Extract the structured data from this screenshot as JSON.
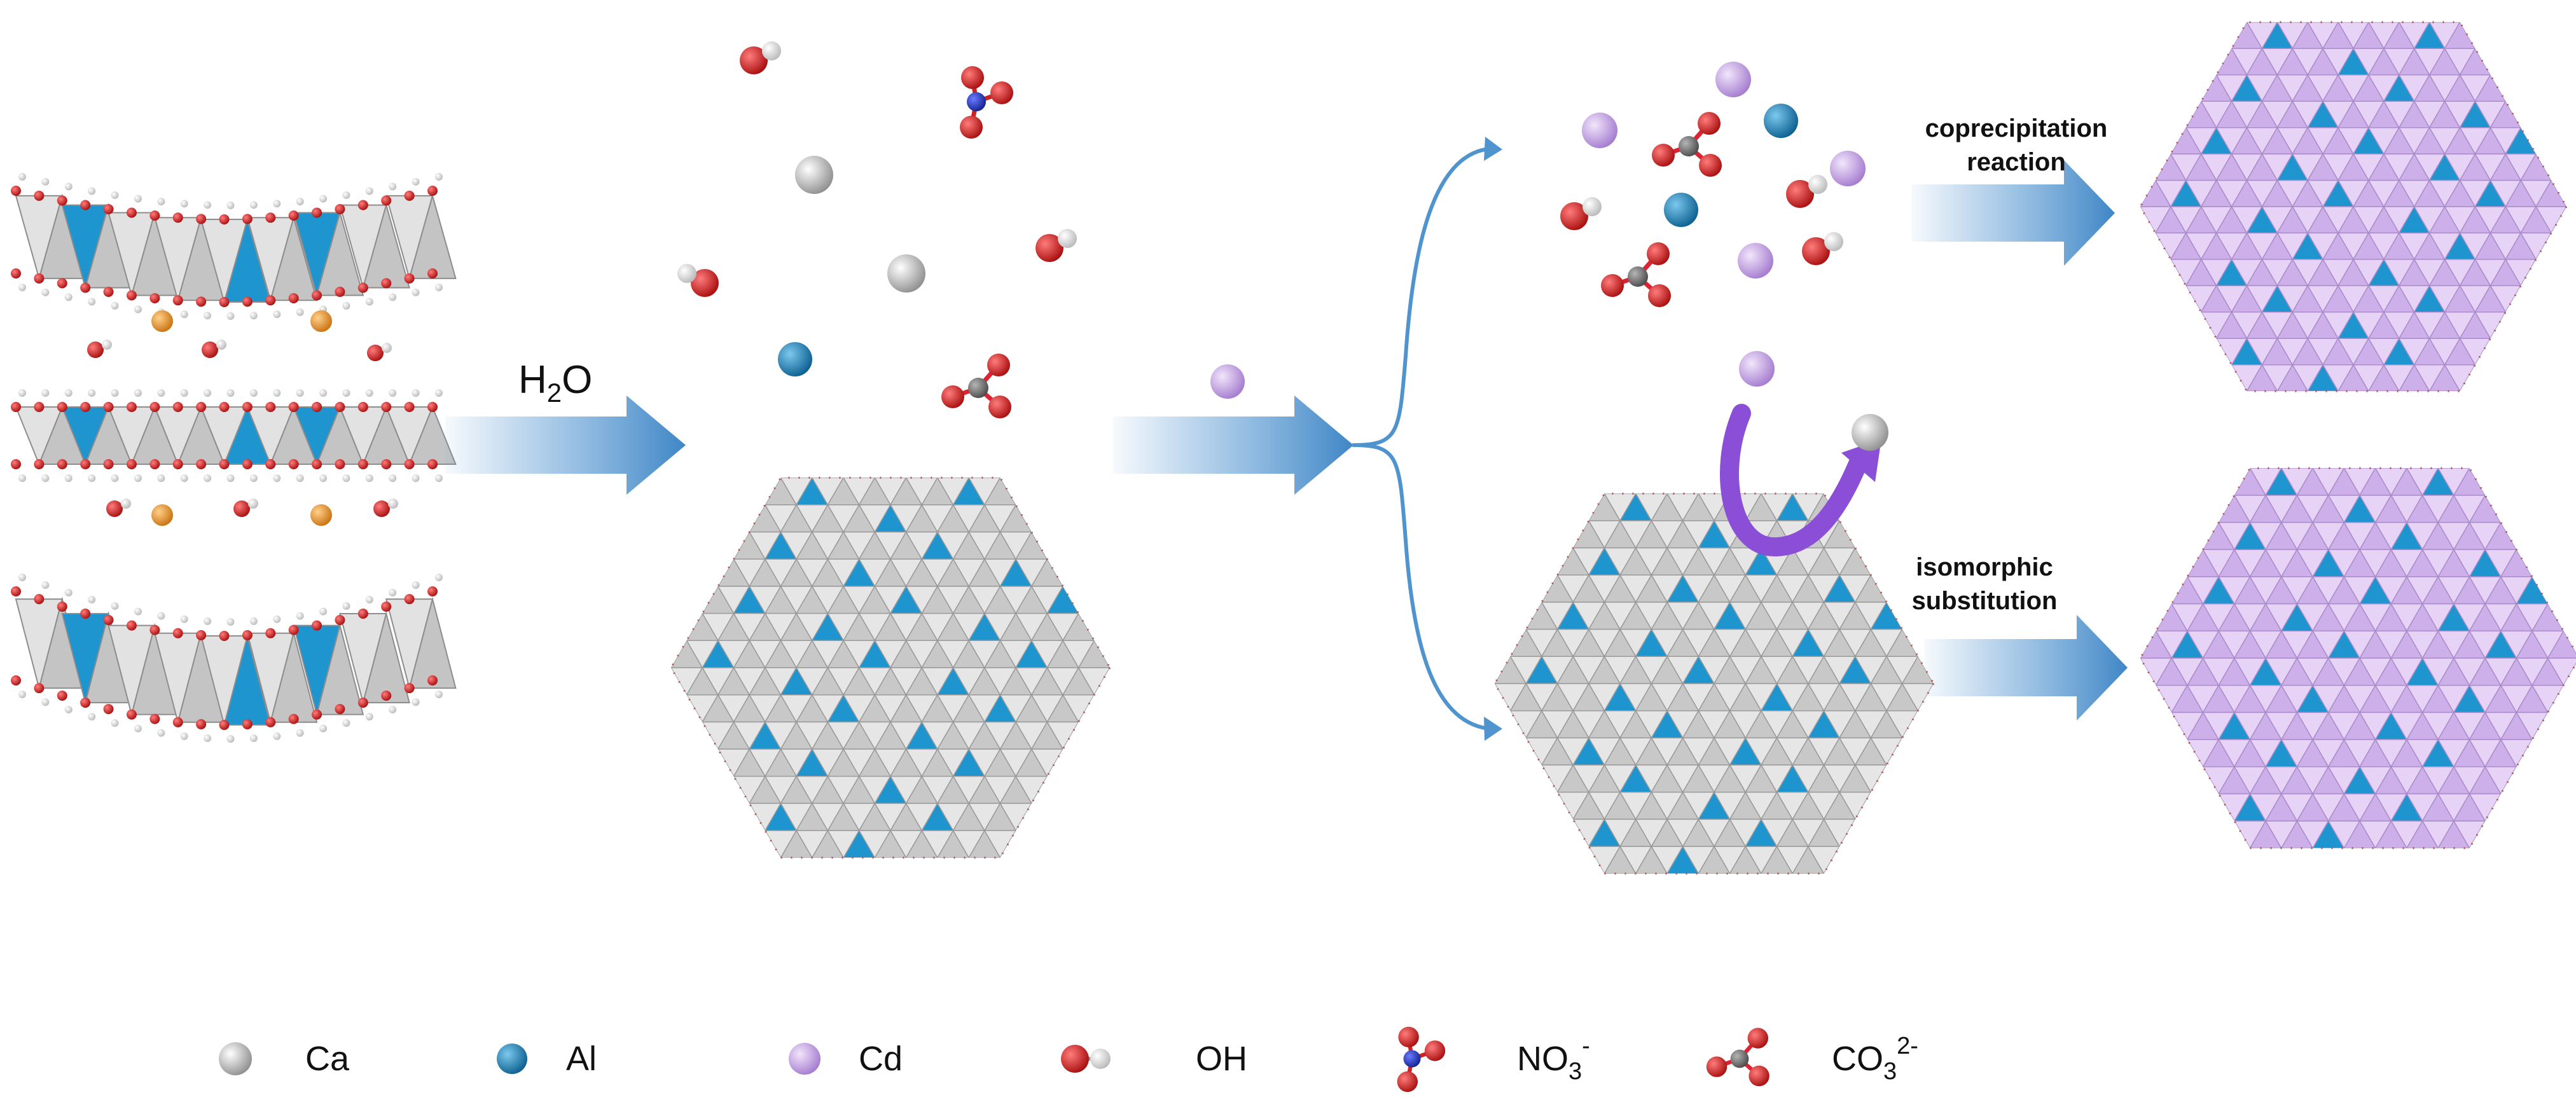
{
  "colors": {
    "ca": "#cfcfcf",
    "al": "#1f95d0",
    "cd": "#c9a5e8",
    "oxygen": "#d01818",
    "nitrogen": "#1c2fc0",
    "carbon": "#707070",
    "hydrogen": "#f2f2f2",
    "interlayer": "#ee9a2a",
    "arrow": "#4f93cf",
    "exchange": "#8a4fd6",
    "tri_gray": "#d8d8d8",
    "tri_purple": "#dcc0f2"
  },
  "labels": {
    "water_base": "H",
    "water_sub": "2",
    "water_tail": "O",
    "coprecipitation_1": "coprecipitation",
    "coprecipitation_2": "reaction",
    "isomorphic_1": "isomorphic",
    "isomorphic_2": "substitution"
  },
  "legend": [
    {
      "text": "Ca",
      "icon": "gray-sphere-icon"
    },
    {
      "text": "Al",
      "icon": "blue-sphere-icon"
    },
    {
      "text": "Cd",
      "icon": "purple-sphere-icon"
    },
    {
      "text": "OH",
      "icon": "hydroxide-icon"
    },
    {
      "text": "NO",
      "sub": "3",
      "sup": "-",
      "icon": "nitrate-icon"
    },
    {
      "text": "CO",
      "sub": "3",
      "sup": "2-",
      "icon": "carbonate-icon"
    }
  ]
}
